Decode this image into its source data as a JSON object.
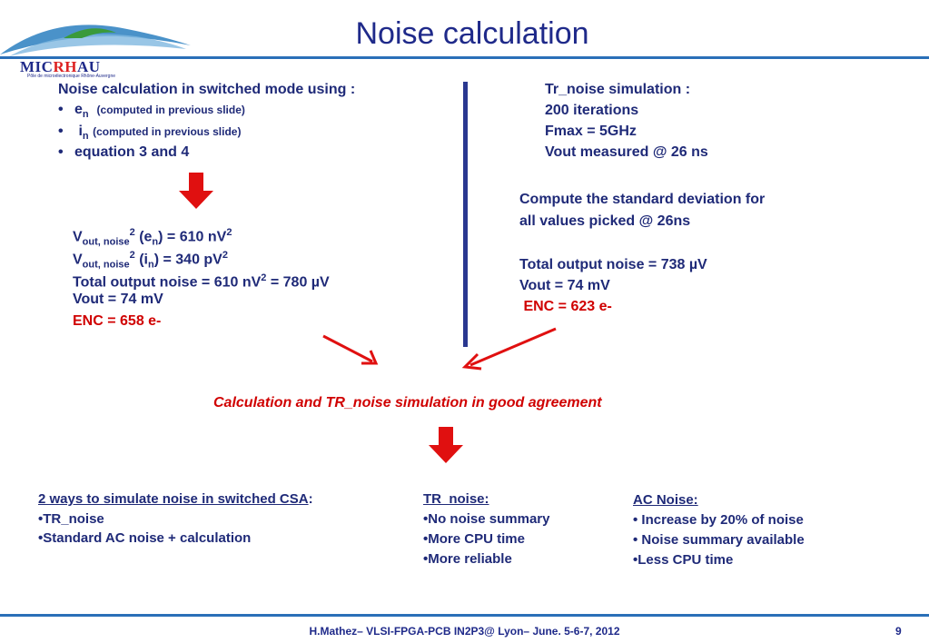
{
  "title": "Noise calculation",
  "logo": {
    "name_part1": "MIC",
    "name_part2": "RH",
    "name_part3": "AU",
    "subtitle": "Pôle de microélectronique Rhône-Auvergne"
  },
  "left": {
    "heading": "Noise calculation in switched mode using :",
    "items": [
      {
        "main": "e",
        "sub": "n",
        "note": "(computed in previous slide)"
      },
      {
        "main": "i",
        "sub": "n",
        "note": "(computed in previous slide)"
      },
      {
        "main": "equation 3 and 4"
      }
    ],
    "results": {
      "line1_prefix": "V",
      "line1_sub": "out, noise",
      "line1_sup": "2",
      "line1_mid1": " (e",
      "line1_mid2": "n",
      "line1_rest": ")  = 610 nV",
      "line1_sup2": "2",
      "line2_prefix": "V",
      "line2_sub": "out, noise",
      "line2_sup": "2",
      "line2_mid1": " (i",
      "line2_mid2": "n",
      "line2_rest": ") = 340 pV",
      "line2_sup2": "2",
      "line3a": "Total output noise = ",
      "line3b": "610 nV",
      "line3sup": "2",
      "line3c": " = 780 µV",
      "line4": "Vout = 74 mV",
      "enc": "ENC = 658 e-"
    }
  },
  "right": {
    "sim_lines": [
      "Tr_noise simulation :",
      "200 iterations",
      "Fmax = 5GHz",
      "Vout measured @ 26 ns"
    ],
    "compute_lines": [
      "Compute the standard deviation for",
      "all values picked  @ 26ns"
    ],
    "result_lines": [
      "Total output noise = 738 µV",
      "Vout = 74 mV"
    ],
    "enc": " ENC = 623 e-"
  },
  "agreement": "Calculation and TR_noise simulation in good agreement",
  "bottom": {
    "col1": {
      "heading": "2 ways to simulate noise in switched CSA",
      "colon": ":",
      "items": [
        "•TR_noise",
        "•Standard AC noise + calculation"
      ]
    },
    "col2": {
      "heading": "TR_noise:",
      "items": [
        "•No noise summary",
        "•More CPU time",
        "•More reliable"
      ]
    },
    "col3": {
      "heading": "AC Noise:",
      "items": [
        "• Increase by 20% of noise",
        "• Noise summary available",
        "•Less CPU time"
      ]
    }
  },
  "footer": "H.Mathez– VLSI-FPGA-PCB  IN2P3@ Lyon– June. 5-6-7, 2012",
  "page_number": "9",
  "colors": {
    "title": "#1f2a8a",
    "accent_red": "#d00000",
    "line_blue": "#2a6fb8"
  }
}
